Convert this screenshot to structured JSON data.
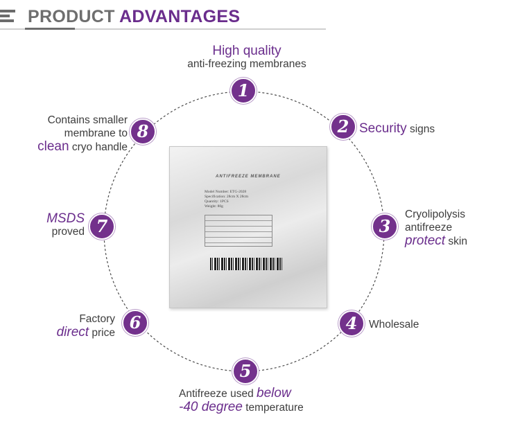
{
  "header": {
    "title_part1": "PRODUCT",
    "title_part2": "ADVANTAGES"
  },
  "colors": {
    "accent": "#6a2d8c",
    "badge": "#73318c",
    "text": "#3d3d3d",
    "heading_grey": "#6e6e6e"
  },
  "badges": [
    "1",
    "2",
    "3",
    "4",
    "5",
    "6",
    "7",
    "8"
  ],
  "advantages": {
    "a1": {
      "accent": "High quality",
      "line2": "anti-freezing membranes"
    },
    "a2": {
      "accent": "Security",
      "rest": "signs"
    },
    "a3": {
      "line1": "Cryolipolysis",
      "line2": "antifreeze",
      "accent": "protect",
      "rest": "skin"
    },
    "a4": {
      "text": "Wholesale"
    },
    "a5": {
      "pre": "Antifreeze used",
      "accent1": "below",
      "accent2": "-40 degree",
      "rest": "temperature"
    },
    "a6": {
      "line1": "Factory",
      "accent": "direct",
      "rest": "price"
    },
    "a7": {
      "accent": "MSDS",
      "line2": "proved"
    },
    "a8": {
      "line1": "Contains smaller",
      "line2": "membrane to",
      "accent": "clean",
      "rest": "cryo handle"
    }
  },
  "pouch": {
    "title": "ANTIFREEZE MEMBRANE",
    "specs": [
      "Model Number: ETG-2028",
      "Specification: 28cm X 28cm",
      "Quantity: 1PCS",
      "Weight: 80g"
    ]
  }
}
